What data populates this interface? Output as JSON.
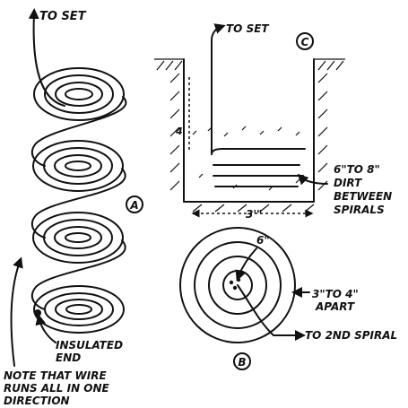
{
  "figure": {
    "a": {
      "marker": "A",
      "top_label": "TO SET",
      "end_label": [
        "INSULATED",
        "END"
      ],
      "note": [
        "NOTE THAT WIRE",
        "RUNS ALL IN ONE",
        "DIRECTION"
      ]
    },
    "c": {
      "marker": "C",
      "top_label": "TO SET",
      "depth_label": "4'",
      "spacing_label": [
        "6\"TO 8\"",
        "DIRT",
        "BETWEEN",
        "SPIRALS"
      ],
      "width_label": "3'\""
    },
    "b": {
      "marker": "B",
      "center_label": "6\"",
      "apart_label": [
        "3\"TO 4\"",
        "APART"
      ],
      "next_label": "TO 2ND SPIRAL"
    }
  }
}
